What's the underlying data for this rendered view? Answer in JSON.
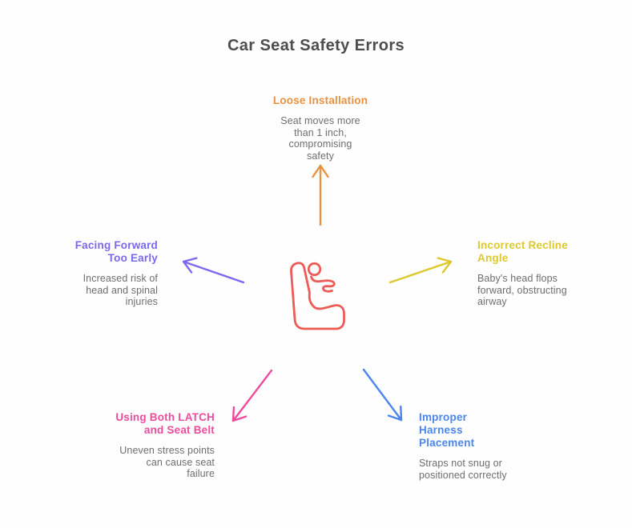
{
  "title": "Car Seat Safety Errors",
  "center": {
    "icon": "car-seat-with-baby-icon",
    "icon_color": "#ec5b56"
  },
  "palette": {
    "title_text": "#4d4d4d",
    "body_text": "#6e6e6e",
    "background": "#fefefe",
    "loose_installation": "#e8913f",
    "facing_forward_too_early": "#7a68ee",
    "incorrect_recline_angle": "#ddc92d",
    "using_both_latch_and_seat_belt": "#ed4c9c",
    "improper_harness_placement": "#4a86ee"
  },
  "nodes": [
    {
      "id": "loose-installation",
      "position": "top",
      "label": "Loose Installation",
      "description": "Seat moves more\nthan 1 inch,\ncompromising\nsafety",
      "color": "#e8913f",
      "arrow_direction": "up"
    },
    {
      "id": "facing-forward-too-early",
      "position": "left",
      "label": "Facing Forward\nToo Early",
      "description": "Increased risk of\nhead and spinal\ninjuries",
      "color": "#7a68ee",
      "arrow_direction": "upper-left"
    },
    {
      "id": "incorrect-recline-angle",
      "position": "right",
      "label": "Incorrect Recline\nAngle",
      "description": "Baby's head flops\nforward, obstructing\nairway",
      "color": "#ddc92d",
      "arrow_direction": "upper-right"
    },
    {
      "id": "using-both-latch-and-seat-belt",
      "position": "bottom-left",
      "label": "Using Both LATCH\nand Seat Belt",
      "description": "Uneven stress points\ncan cause seat\nfailure",
      "color": "#ed4c9c",
      "arrow_direction": "lower-left"
    },
    {
      "id": "improper-harness-placement",
      "position": "bottom-right",
      "label": "Improper\nHarness\nPlacement",
      "description": "Straps not snug or\npositioned correctly",
      "color": "#4a86ee",
      "arrow_direction": "lower-right"
    }
  ]
}
